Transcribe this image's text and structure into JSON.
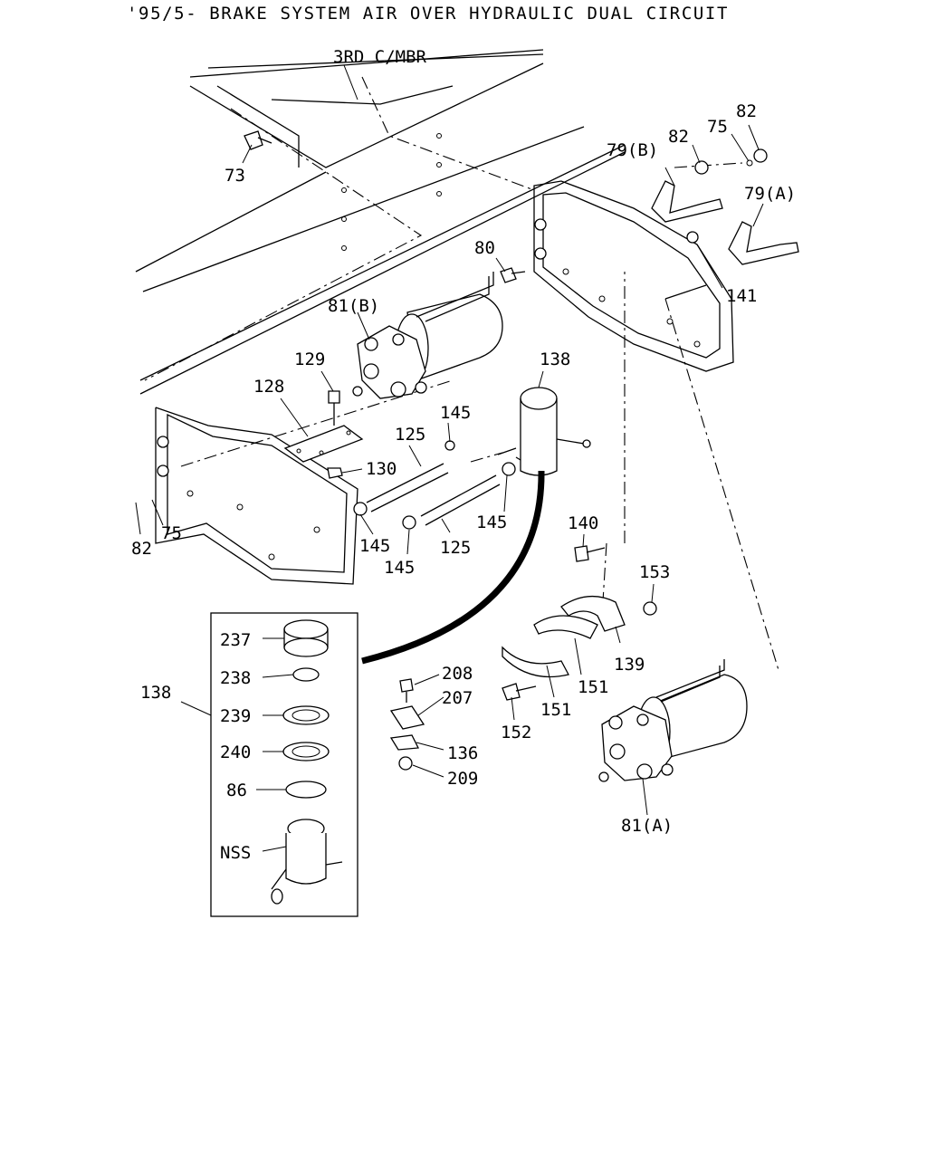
{
  "title": "'95/5- BRAKE SYSTEM AIR OVER HYDRAULIC DUAL CIRCUIT",
  "frame_label": "3RD C/MBR",
  "callouts": {
    "c73": "73",
    "c82_top_a": "82",
    "c82_top_b": "82",
    "c75_top": "75",
    "c79b": "79(B)",
    "c79a": "79(A)",
    "c80": "80",
    "c141": "141",
    "c81b": "81(B)",
    "c129": "129",
    "c128": "128",
    "c138_top": "138",
    "c145_a": "145",
    "c125_a": "125",
    "c130": "130",
    "c145_b": "145",
    "c145_c": "145",
    "c145_d": "145",
    "c125_b": "125",
    "c82_left": "82",
    "c75_left": "75",
    "c140": "140",
    "c153": "153",
    "c139": "139",
    "c151_a": "151",
    "c151_b": "151",
    "c152": "152",
    "c208": "208",
    "c207": "207",
    "c136": "136",
    "c209": "209",
    "c81a": "81(A)",
    "c138_left": "138",
    "c237": "237",
    "c238": "238",
    "c239": "239",
    "c240": "240",
    "c86": "86",
    "cNSS": "NSS"
  }
}
